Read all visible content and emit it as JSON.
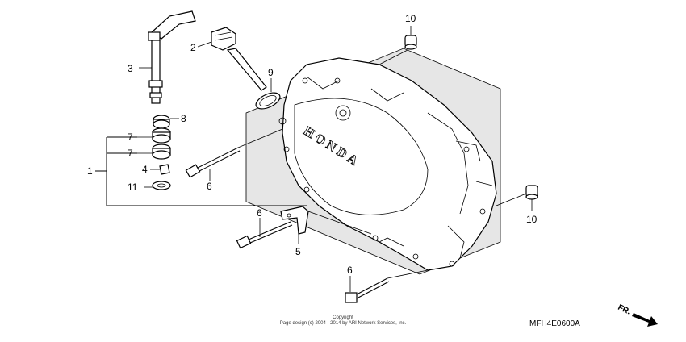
{
  "callouts": [
    {
      "id": "c10a",
      "label": "10"
    },
    {
      "id": "c2",
      "label": "2"
    },
    {
      "id": "c3",
      "label": "3"
    },
    {
      "id": "c9",
      "label": "9"
    },
    {
      "id": "c8",
      "label": "8"
    },
    {
      "id": "c7a",
      "label": "7"
    },
    {
      "id": "c7b",
      "label": "7"
    },
    {
      "id": "c1",
      "label": "1"
    },
    {
      "id": "c4",
      "label": "4"
    },
    {
      "id": "c6a",
      "label": "6"
    },
    {
      "id": "c11",
      "label": "11"
    },
    {
      "id": "c6b",
      "label": "6"
    },
    {
      "id": "c10b",
      "label": "10"
    },
    {
      "id": "c5",
      "label": "5"
    },
    {
      "id": "c6c",
      "label": "6"
    }
  ],
  "cover_text": "HONDA",
  "copyright": {
    "line1": "Copyright",
    "line2": "Page design (c) 2004 - 2014 by ARI Network Services, Inc."
  },
  "diagram_code": "MFH4E0600A",
  "direction_label": "FR."
}
